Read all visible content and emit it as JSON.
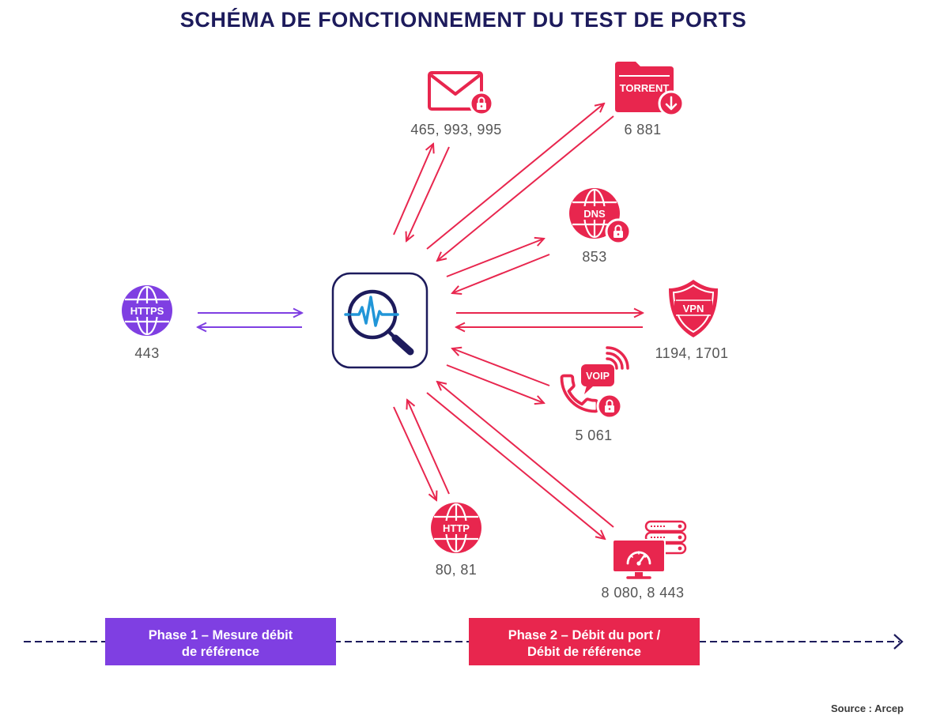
{
  "title": "SCHÉMA DE FONCTIONNEMENT DU TEST DE PORTS",
  "center_tool": {
    "icon": "magnifier-pulse-icon"
  },
  "reference_service": {
    "icon": "https-globe-icon",
    "icon_text": "HTTPS",
    "ports": "443"
  },
  "services": {
    "mail": {
      "icon": "mail-lock-icon",
      "ports": "465, 993, 995"
    },
    "torrent": {
      "icon": "torrent-folder-icon",
      "icon_text": "TORRENT",
      "ports": "6 881"
    },
    "dns": {
      "icon": "dns-globe-lock-icon",
      "icon_text": "DNS",
      "ports": "853"
    },
    "vpn": {
      "icon": "vpn-shield-icon",
      "icon_text": "VPN",
      "ports": "1194, 1701"
    },
    "voip": {
      "icon": "voip-phone-lock-icon",
      "icon_text": "VOIP",
      "ports": "5 061"
    },
    "http": {
      "icon": "http-globe-icon",
      "icon_text": "HTTP",
      "ports": "80, 81"
    },
    "server": {
      "icon": "server-monitor-icon",
      "ports": "8 080, 8 443"
    }
  },
  "timeline": {
    "phase1": {
      "line1": "Phase 1 – Mesure débit",
      "line2": "de référence"
    },
    "phase2": {
      "line1": "Phase 2 – Débit du port /",
      "line2": "Débit de référence"
    }
  },
  "source": "Source : Arcep",
  "colors": {
    "navy": "#1d1b5c",
    "red": "#e8264e",
    "purple": "#7f3fe2",
    "pulse": "#2196d8",
    "label": "#555555"
  }
}
